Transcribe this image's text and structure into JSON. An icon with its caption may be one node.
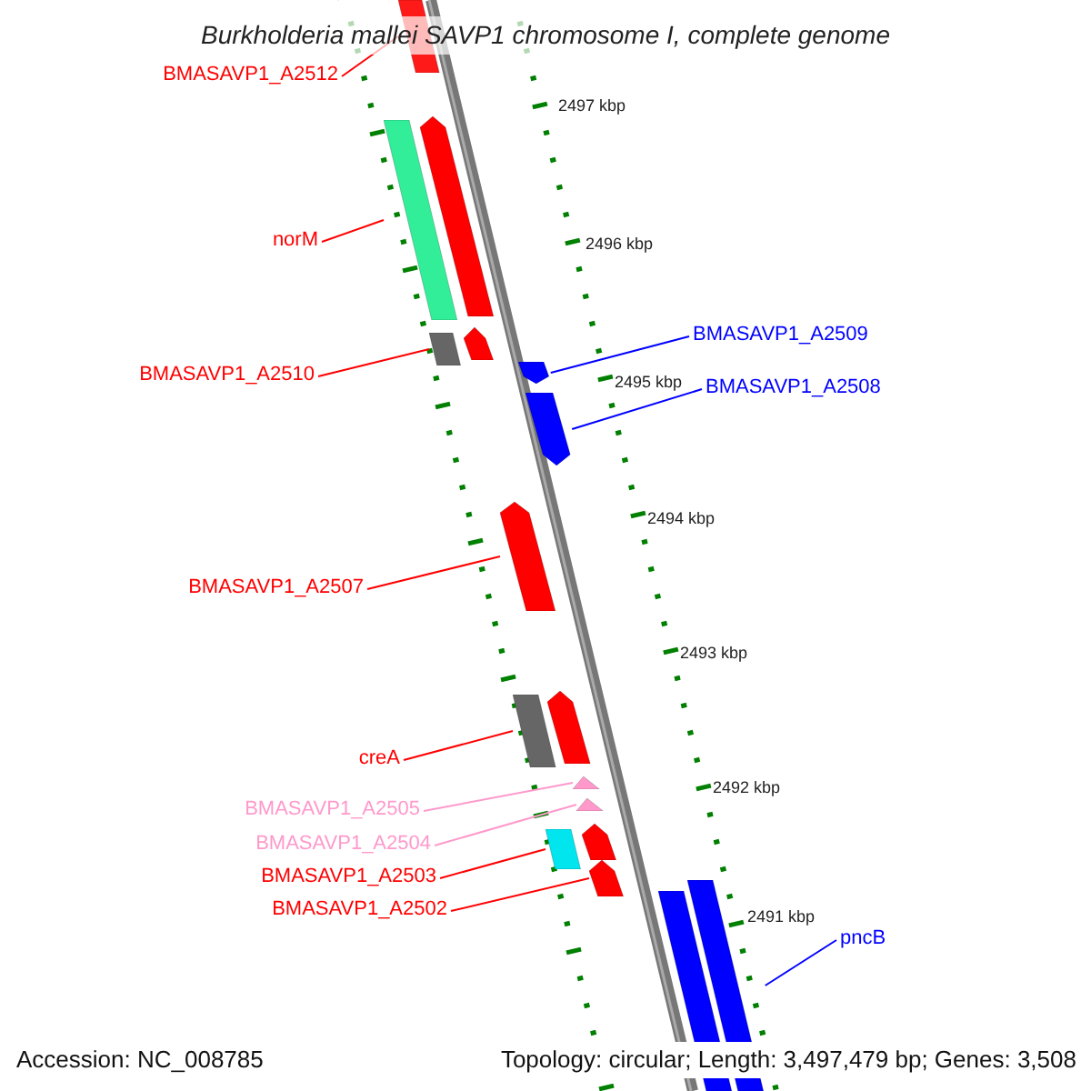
{
  "diagram": {
    "title": "Burkholderia mallei SAVP1 chromosome I, complete genome",
    "nodes": [
      {
        "text": [
          "BMASAVP1_A2512"
        ]
      },
      {
        "text": [
          "norM"
        ]
      },
      {
        "text": [
          "BMASAVP1_A2510"
        ]
      },
      {
        "text": [
          "BMASAVP1_A2509"
        ]
      },
      {
        "text": [
          "BMASAVP1_A2508"
        ]
      },
      {
        "text": [
          "BMASAVP1_A2507"
        ]
      },
      {
        "text": [
          "creA"
        ]
      },
      {
        "text": [
          "BMASAVP1_A2505"
        ]
      },
      {
        "text": [
          "BMASAVP1_A2504"
        ]
      },
      {
        "text": [
          "BMASAVP1_A2503"
        ]
      },
      {
        "text": [
          "BMASAVP1_A2502"
        ]
      },
      {
        "text": [
          "pncB"
        ]
      },
      {
        "text": [],
        "shape": "bar"
      },
      {
        "text": [],
        "shape": "bar"
      },
      {
        "text": [],
        "shape": "bar"
      },
      {
        "text": [],
        "shape": "bar"
      },
      {
        "text": [],
        "shape": "bar"
      },
      {
        "text": [],
        "shape": "bar"
      },
      {
        "text": [],
        "shape": "bar"
      },
      {
        "text": [],
        "shape": "bar"
      },
      {
        "text": [],
        "shape": "bar"
      },
      {
        "text": [],
        "shape": "bar"
      },
      {
        "text": [],
        "shape": "bar"
      },
      {
        "text": [],
        "shape": "bar"
      },
      {
        "text": [],
        "shape": "bar"
      },
      {
        "text": [],
        "shape": "bar"
      },
      {
        "text": [],
        "shape": "bar"
      },
      {
        "text": [],
        "shape": "bar"
      },
      {
        "text": [],
        "shape": "bar"
      }
    ],
    "edges": [
      {
        "from": 0,
        "to": 12,
        "arrow": "none"
      },
      {
        "from": 1,
        "to": 13,
        "arrow": "none"
      },
      {
        "from": 2,
        "to": 15,
        "arrow": "none"
      },
      {
        "from": 3,
        "to": 17,
        "arrow": "none",
        "color": "#0000ff"
      },
      {
        "from": 4,
        "to": 18,
        "arrow": "none",
        "color": "#0000ff"
      },
      {
        "from": 5,
        "to": 19,
        "arrow": "none"
      },
      {
        "from": 6,
        "to": 20,
        "arrow": "none"
      },
      {
        "from": 7,
        "to": 22,
        "arrow": "none",
        "color": "#ff99cc"
      },
      {
        "from": 8,
        "to": 23,
        "arrow": "none",
        "color": "#ff99cc"
      },
      {
        "from": 9,
        "to": 24,
        "arrow": "none"
      },
      {
        "from": 10,
        "to": 26,
        "arrow": "none"
      },
      {
        "from": 11,
        "to": 28,
        "arrow": "none",
        "color": "#0000ff"
      }
    ],
    "labels": [
      "2497 kbp",
      "2496 kbp",
      "2495 kbp",
      "2494 kbp",
      "2493 kbp",
      "2492 kbp",
      "2491 kbp",
      "Accession: NC_008785",
      "Topology: circular; Length: 3,497,479 bp; Genes: 3,508"
    ]
  }
}
